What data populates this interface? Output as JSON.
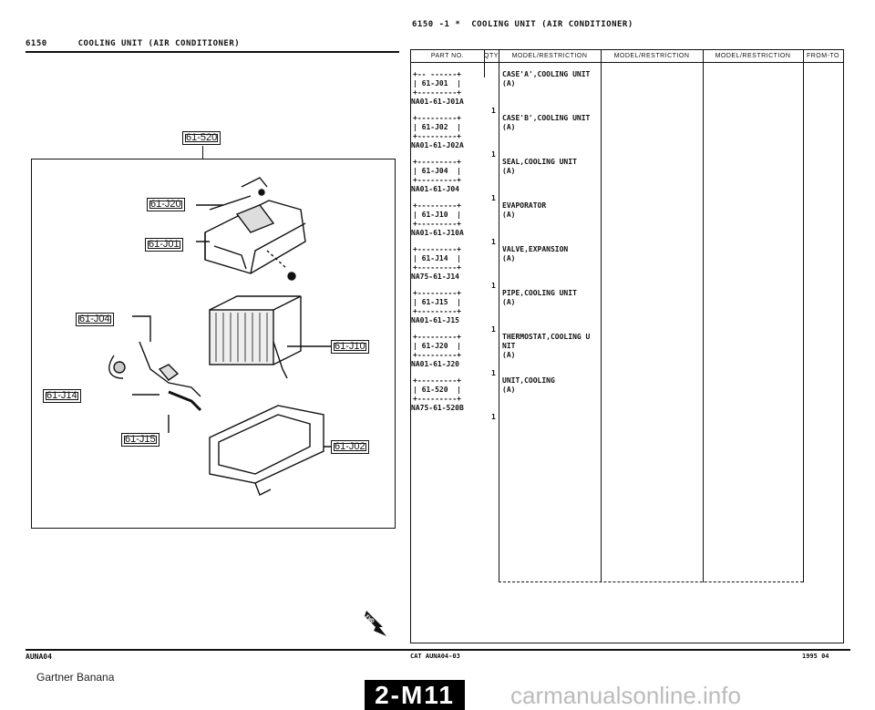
{
  "left_header": {
    "section": "6150",
    "title": "COOLING UNIT (AIR CONDITIONER)"
  },
  "right_header": {
    "section": "6150 -1 *",
    "title": "COOLING UNIT (AIR CONDITIONER)"
  },
  "diagram": {
    "labels": {
      "l520": "61-520",
      "lj20": "61-J20",
      "lj01": "61-J01",
      "lj04": "61-J04",
      "lj10": "61-J10",
      "lj14": "61-J14",
      "lj15": "61-J15",
      "lj02": "61-J02"
    },
    "fwd": "FWD"
  },
  "table": {
    "headers": [
      "PART NO.",
      "QTY",
      "MODEL/RESTRICTION",
      "MODEL/RESTRICTION",
      "MODEL/RESTRICTION",
      "FROM-TO"
    ],
    "rows": [
      {
        "box": "+-- ------+\n| 61-J01  |\n+---------+",
        "code": "NA01-61-J01A",
        "qty": "1",
        "desc": "CASE'A',COOLING UNIT\n(A)"
      },
      {
        "box": "+---------+\n| 61-J02  |\n+---------+",
        "code": "NA01-61-J02A",
        "qty": "1",
        "desc": "CASE'B',COOLING UNIT\n(A)"
      },
      {
        "box": "+---------+\n| 61-J04  |\n+---------+",
        "code": "NA01-61-J04",
        "qty": "1",
        "desc": "SEAL,COOLING UNIT\n(A)"
      },
      {
        "box": "+---------+\n| 61-J10  |\n+---------+",
        "code": "NA01-61-J10A",
        "qty": "1",
        "desc": "EVAPORATOR\n(A)"
      },
      {
        "box": "+---------+\n| 61-J14  |\n+---------+",
        "code": "NA75-61-J14",
        "qty": "1",
        "desc": "VALVE,EXPANSION\n(A)"
      },
      {
        "box": "+---------+\n| 61-J15  |\n+---------+",
        "code": "NA01-61-J15",
        "qty": "1",
        "desc": "PIPE,COOLING UNIT\n(A)"
      },
      {
        "box": "+---------+\n| 61-J20  |\n+---------+",
        "code": "NA01-61-J20",
        "qty": "1",
        "desc": "THERMOSTAT,COOLING U\nNIT\n(A)"
      },
      {
        "box": "+---------+\n| 61-520  |\n+---------+",
        "code": "NA75-61-520B",
        "qty": "1",
        "desc": "UNIT,COOLING\n(A)"
      }
    ]
  },
  "footer": {
    "left": "AUNA04",
    "cat": "CAT AUNA04-03",
    "right": "1995 04",
    "credit": "Gartner Banana",
    "page": "2-M11",
    "watermark": "carmanualsonline.info"
  }
}
